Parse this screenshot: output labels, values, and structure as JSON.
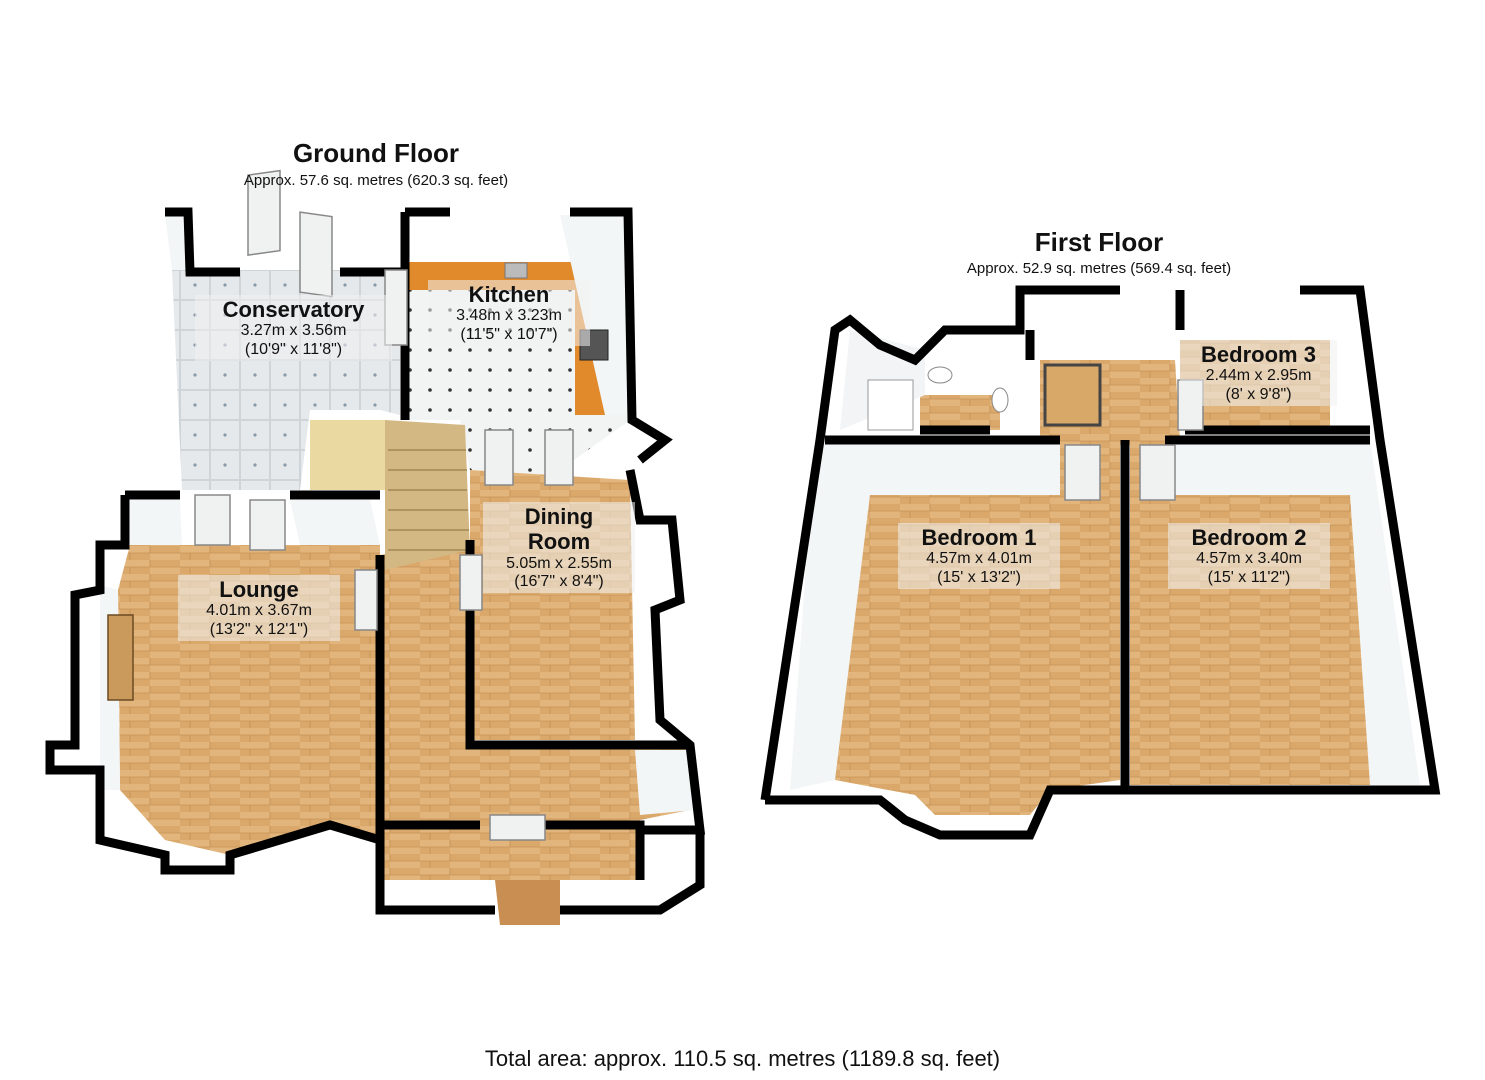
{
  "ground_floor": {
    "title": "Ground Floor",
    "area": "Approx. 57.6 sq. metres (620.3 sq. feet)",
    "rooms": [
      {
        "name": "Conservatory",
        "metric": "3.27m x 3.56m",
        "imperial": "(10'9\" x 11'8\")"
      },
      {
        "name": "Kitchen",
        "metric": "3.48m x 3.23m",
        "imperial": "(11'5\" x 10'7\")"
      },
      {
        "name": "Dining Room",
        "metric": "5.05m x 2.55m",
        "imperial": "(16'7\" x 8'4\")"
      },
      {
        "name": "Lounge",
        "metric": "4.01m x 3.67m",
        "imperial": "(13'2\" x 12'1\")"
      }
    ]
  },
  "first_floor": {
    "title": "First Floor",
    "area": "Approx. 52.9 sq. metres (569.4 sq. feet)",
    "rooms": [
      {
        "name": "Bedroom 3",
        "metric": "2.44m x 2.95m",
        "imperial": "(8' x 9'8\")"
      },
      {
        "name": "Bedroom 1",
        "metric": "4.57m x 4.01m",
        "imperial": "(15' x 13'2\")"
      },
      {
        "name": "Bedroom 2",
        "metric": "4.57m x 3.40m",
        "imperial": "(15' x 11'2\")"
      }
    ]
  },
  "total_area": "Total area: approx. 110.5 sq. metres (1189.8 sq. feet)",
  "colors": {
    "wood_floor": "#d9a86a",
    "tile_floor": "#e6e9ec",
    "wall": "#000000",
    "wall_face": "#f4f6f7",
    "worktop": "#e08a2c"
  }
}
